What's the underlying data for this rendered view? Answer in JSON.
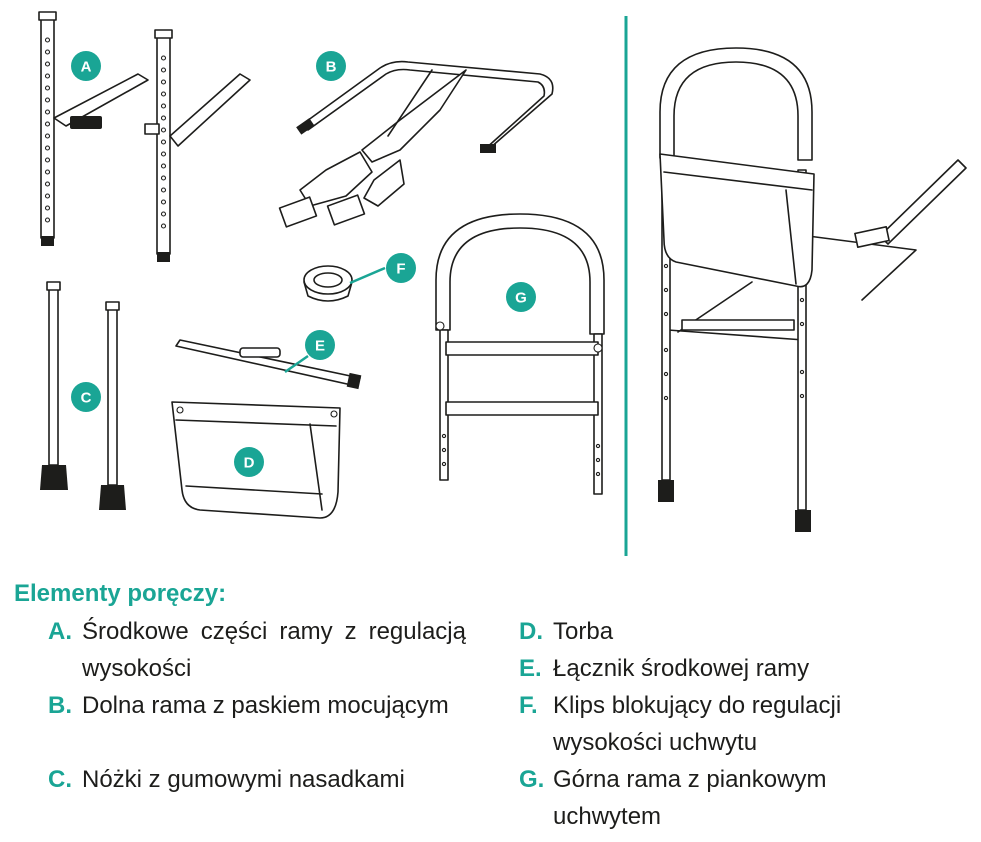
{
  "parts_legend": {
    "title": "Elementy poręczy:",
    "entries": [
      {
        "letter": "A.",
        "text": "Środkowe części ramy z regulacją wysokości"
      },
      {
        "letter": "B.",
        "text": "Dolna rama z paskiem mocującym"
      },
      {
        "letter": "C.",
        "text": "Nóżki z gumowymi nasadkami"
      },
      {
        "letter": "D.",
        "text": "Torba"
      },
      {
        "letter": "E.",
        "text": "Łącznik środkowej ramy"
      },
      {
        "letter": "F.",
        "text": "Klips blokujący do regulacji wysokości uchwytu"
      },
      {
        "letter": "G.",
        "text": "Górna rama z piankowym uchwytem"
      }
    ]
  },
  "diagram_labels": {
    "a": "A",
    "b": "B",
    "c": "C",
    "d": "D",
    "e": "E",
    "f": "F",
    "g": "G"
  },
  "colors": {
    "accent": "#1aa595",
    "line": "#1d1d1b",
    "background": "#ffffff"
  }
}
